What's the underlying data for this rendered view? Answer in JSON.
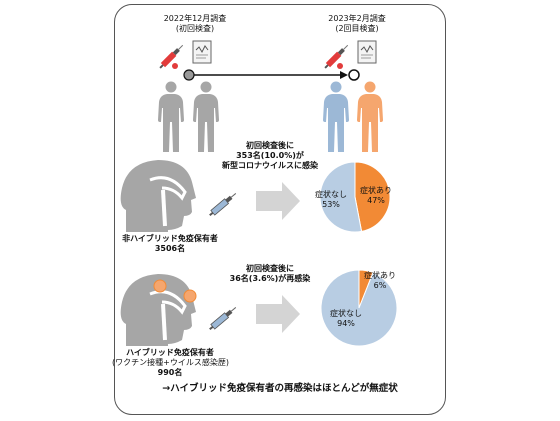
{
  "timeline": {
    "first_survey": "2022年12月調査",
    "first_test": "(初回検査)",
    "second_survey": "2023年2月調査",
    "second_test": "(2回目検査)"
  },
  "group_non_hybrid": {
    "infection_line1": "初回検査後に",
    "infection_line2": "353名(10.0%)が",
    "infection_line3": "新型コロナウイルスに感染",
    "name": "非ハイブリッド免疫保有者",
    "count": "3506名"
  },
  "group_hybrid": {
    "infection_line1": "初回検査後に",
    "infection_line2": "36名(3.6%)が再感染",
    "name": "ハイブリッド免疫保有者",
    "note": "(ワクチン接種+ウイルス感染歴)",
    "count": "990名"
  },
  "conclusion": "→ハイブリッド免疫保有者の再感染はほとんどが無症状",
  "colors": {
    "symptomatic": "#f28a35",
    "asymptomatic": "#b8cde3",
    "body_gray": "#a6a6a6",
    "body_blue": "#9cb8d6",
    "body_orange": "#f5a66e",
    "arrow_gray": "#d4d4d4"
  },
  "chart_data": [
    {
      "type": "pie",
      "slices": [
        {
          "label": "症状あり",
          "value": 47,
          "value_label": "47%"
        },
        {
          "label": "症状なし",
          "value": 53,
          "value_label": "53%"
        }
      ]
    },
    {
      "type": "pie",
      "slices": [
        {
          "label": "症状あり",
          "value": 6,
          "value_label": "6%"
        },
        {
          "label": "症状なし",
          "value": 94,
          "value_label": "94%"
        }
      ]
    }
  ]
}
